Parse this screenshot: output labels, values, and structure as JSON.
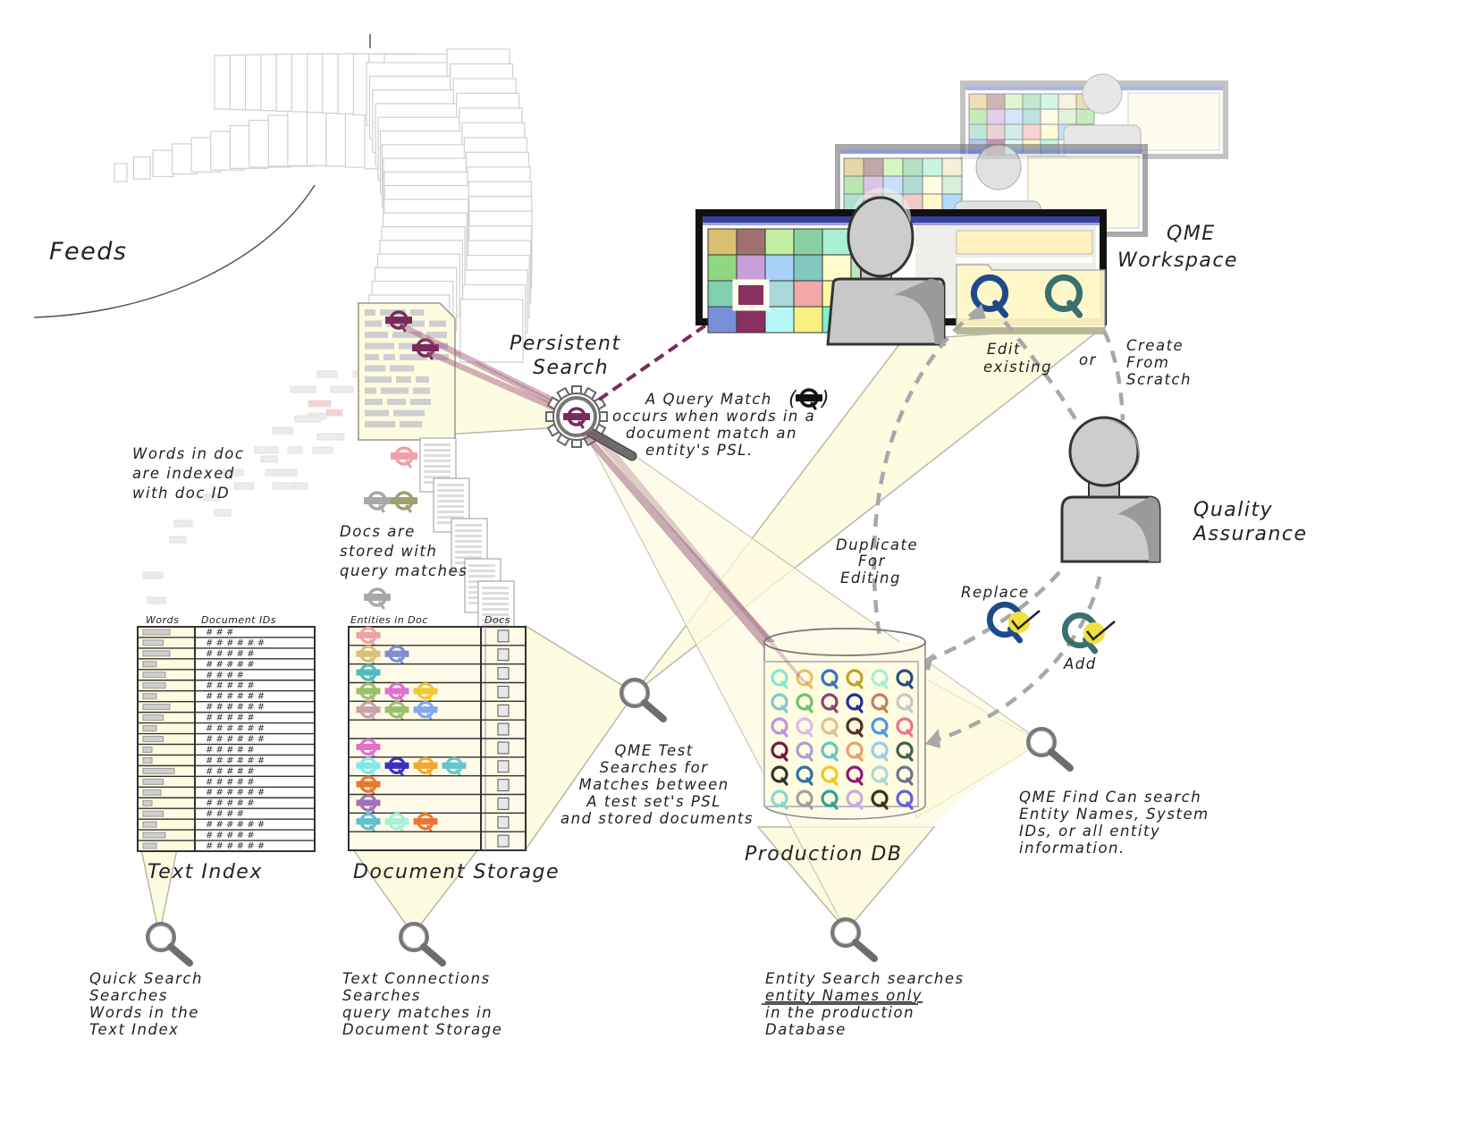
{
  "diagram": {
    "title": "Persistent Search / QME workflow",
    "labels": {
      "feeds": "Feeds",
      "persistent_search": [
        "Persistent",
        "Search"
      ],
      "query_match_note": [
        "A Query Match",
        "occurs when words in a",
        "document match an",
        "entity's PSL."
      ],
      "words_indexed_note": [
        "Words in doc",
        "are indexed",
        "with doc ID"
      ],
      "docs_stored_note": [
        "Docs are",
        "stored with",
        "query matches"
      ],
      "qme_workspace": [
        "QME",
        "Workspace"
      ],
      "edit_existing": [
        "Edit",
        "existing"
      ],
      "or": "or",
      "create_from_scratch": [
        "Create",
        "From",
        "Scratch"
      ],
      "quality_assurance": [
        "Quality",
        "Assurance"
      ],
      "duplicate_for_editing": [
        "Duplicate",
        "For",
        "Editing"
      ],
      "replace": "Replace",
      "add": "Add",
      "text_index": "Text Index",
      "document_storage": "Document Storage",
      "production_db": "Production DB",
      "qme_test_note": [
        "QME Test",
        "Searches for",
        "Matches between",
        "A test set's PSL",
        "and stored documents"
      ],
      "qme_find_note": [
        "QME Find Can search",
        "Entity Names, System",
        "IDs, or all entity",
        "information."
      ],
      "quick_search_note": [
        "Quick Search",
        "Searches",
        "Words in the",
        "Text Index"
      ],
      "text_connections_note": [
        "Text Connections",
        "Searches",
        "query matches in",
        "Document Storage"
      ],
      "entity_search_note": [
        "Entity Search searches",
        "entity Names only",
        "in the production",
        "Database"
      ]
    },
    "text_index": {
      "headers": [
        "Words",
        "Document IDs"
      ],
      "hash_glyph": "#",
      "row_hash_counts": [
        3,
        6,
        5,
        5,
        4,
        5,
        6,
        6,
        5,
        6,
        6,
        5,
        6,
        5,
        5,
        6,
        5,
        4,
        6,
        5,
        6
      ],
      "word_bar_fractions": [
        0.6,
        0.45,
        0.6,
        0.3,
        0.5,
        0.5,
        0.3,
        0.6,
        0.45,
        0.3,
        0.45,
        0.2,
        0.2,
        0.7,
        0.45,
        0.4,
        0.2,
        0.45,
        0.3,
        0.5,
        0.3
      ]
    },
    "document_storage": {
      "headers": [
        "Entities in Doc",
        "Docs"
      ],
      "rows": [
        [
          "#f0a0a8"
        ],
        [
          "#d6c07a",
          "#7f8fd6"
        ],
        [
          "#4fbcbc"
        ],
        [
          "#9cc06a",
          "#e070d0",
          "#f0c830"
        ],
        [
          "#c8a0a8",
          "#9cc06a",
          "#80a8f0"
        ],
        [],
        [
          "#e070d0"
        ],
        [
          "#80e8f0",
          "#3a30c0",
          "#f0a830",
          "#60c8d0"
        ],
        [
          "#e87830"
        ],
        [
          "#a070b8"
        ],
        [
          "#60c0d0",
          "#a8f0d8",
          "#e87830"
        ],
        []
      ]
    },
    "production_db": {
      "entity_colors": [
        [
          "#80e8d8",
          "#e8c070",
          "#3a70c0",
          "#c0a030",
          "#a0f0d8",
          "#2a4a80"
        ],
        [
          "#80c8d0",
          "#70c070",
          "#904070",
          "#20309a",
          "#c08060",
          "#c8c8c8"
        ],
        [
          "#c090e8",
          "#e0b8e8",
          "#e0c090",
          "#503020",
          "#4898e8",
          "#e87090"
        ],
        [
          "#701840",
          "#a8a0d8",
          "#60c8c0",
          "#e8a070",
          "#90d0f0",
          "#406050"
        ],
        [
          "#303030",
          "#3070a0",
          "#f0c820",
          "#901870",
          "#a8d8d8",
          "#707090"
        ],
        [
          "#80d8d8",
          "#a0a0a0",
          "#30a090",
          "#d0a8e0",
          "#403010",
          "#6060e0"
        ]
      ]
    },
    "workspace": {
      "qme_icon_colors": [
        "#1f4a8a",
        "#3a7070"
      ],
      "front_grid_colors": [
        [
          "#d8c070",
          "#a07070",
          "#c0f0a0",
          "#88d0a0",
          "#a8f0d0",
          "#f0e8c0"
        ],
        [
          "#90d880",
          "#c8a0d8",
          "#a8d0f8",
          "#80c8c0",
          "#fffccc",
          "#c0e8c0"
        ],
        [
          "#80d0b0",
          "#d8a8a8",
          "#a8d8d8",
          "#f0a8a8",
          "#fff8a8",
          "#80c8f8"
        ],
        [
          "#7890d8",
          "#883060",
          "#b8f8f8",
          "#f8f080",
          "#80f0d0",
          "#f8f8f0"
        ],
        [
          "#a078d8",
          "#78a8e0",
          "#fffce0",
          "#f8d0d8",
          "#f0c8c8",
          "#48b0f0"
        ]
      ],
      "selected_cell_color": "#883060"
    },
    "colors": {
      "persistent_match": "#7a2a5c",
      "beam_fill": "#fdfbe0",
      "beam_stroke": "#b8b8a8",
      "person_gray": "#c8c8c8",
      "qa_check_yellow": "#f0e040",
      "replace_q": "#1f4a8a",
      "add_q": "#3a7070",
      "dash_gray": "#a8a8a8"
    }
  }
}
